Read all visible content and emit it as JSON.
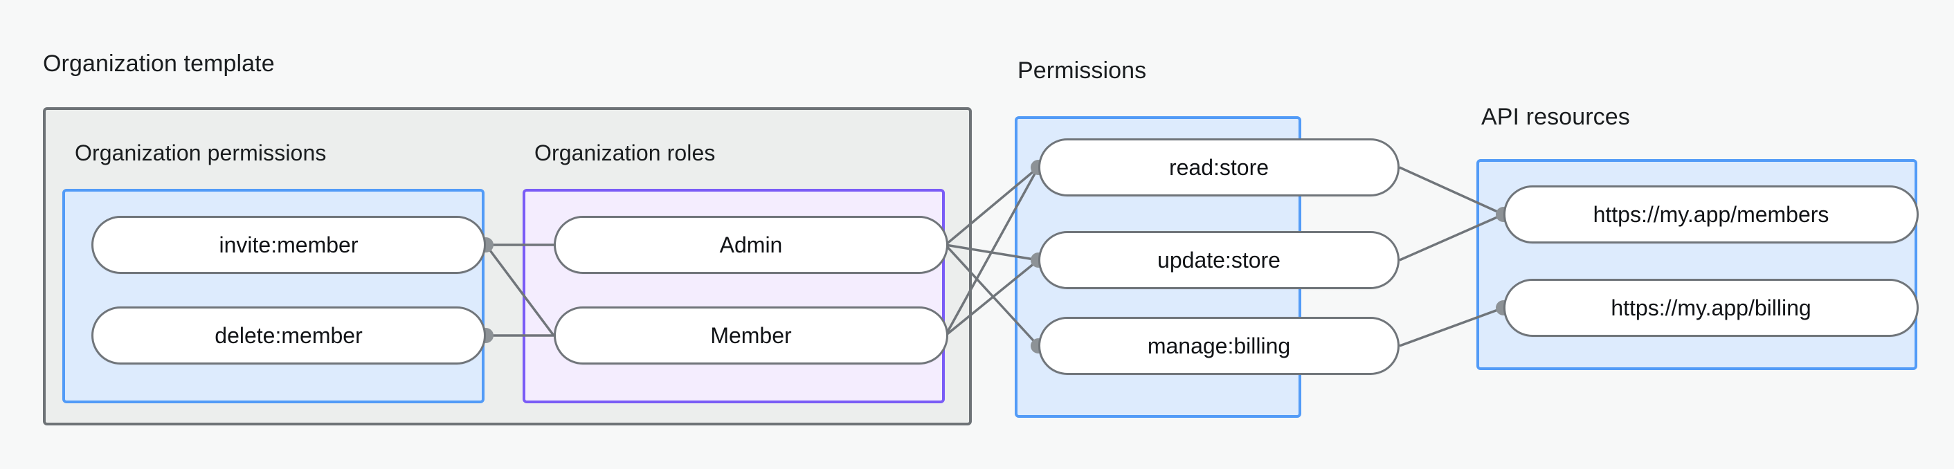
{
  "diagram": {
    "title": "Organization template",
    "background_color": "#f7f8f8",
    "groups": [
      {
        "id": "organization-template",
        "label": "Organization template",
        "border_color": "#6e7377",
        "fill_color": "#eceeed"
      },
      {
        "id": "organization-permissions",
        "label": "Organization permissions",
        "border_color": "#529bf7",
        "fill_color": "#ddebfd"
      },
      {
        "id": "organization-roles",
        "label": "Organization roles",
        "border_color": "#7a5cf6",
        "fill_color": "#f4edfe"
      },
      {
        "id": "permissions",
        "label": "Permissions",
        "border_color": "#529bf7",
        "fill_color": "#ddebfd"
      },
      {
        "id": "api-resources",
        "label": "API resources",
        "border_color": "#529bf7",
        "fill_color": "#ddebfd"
      }
    ],
    "nodes": {
      "organization_permissions": [
        {
          "id": "invite-member",
          "label": "invite:member"
        },
        {
          "id": "delete-member",
          "label": "delete:member"
        }
      ],
      "organization_roles": [
        {
          "id": "admin",
          "label": "Admin"
        },
        {
          "id": "member",
          "label": "Member"
        }
      ],
      "permissions": [
        {
          "id": "read-store",
          "label": "read:store"
        },
        {
          "id": "update-store",
          "label": "update:store"
        },
        {
          "id": "manage-billing",
          "label": "manage:billing"
        }
      ],
      "api_resources": [
        {
          "id": "members-url",
          "label": "https://my.app/members"
        },
        {
          "id": "billing-url",
          "label": "https://my.app/billing"
        }
      ]
    },
    "edges": [
      {
        "from": "invite-member",
        "to": "admin"
      },
      {
        "from": "invite-member",
        "to": "member"
      },
      {
        "from": "delete-member",
        "to": "member"
      },
      {
        "from": "admin",
        "to": "read-store"
      },
      {
        "from": "admin",
        "to": "update-store"
      },
      {
        "from": "admin",
        "to": "manage-billing"
      },
      {
        "from": "member",
        "to": "read-store"
      },
      {
        "from": "member",
        "to": "update-store"
      },
      {
        "from": "read-store",
        "to": "members-url"
      },
      {
        "from": "update-store",
        "to": "members-url"
      },
      {
        "from": "manage-billing",
        "to": "billing-url"
      }
    ],
    "edge_color": "#70757a",
    "endpoint_color": "#8d9296"
  }
}
